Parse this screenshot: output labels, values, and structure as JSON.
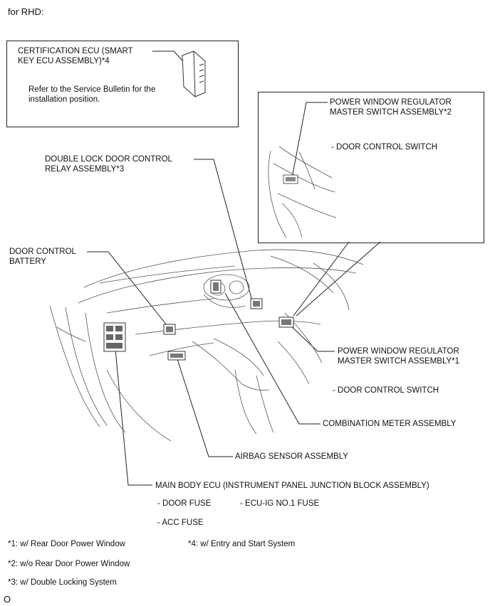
{
  "header": {
    "text": "for RHD:"
  },
  "cert_ecu": {
    "label_line1": "CERTIFICATION ECU (SMART",
    "label_line2": "KEY ECU ASSEMBLY)*4",
    "note_line1": "Refer to the Service Bulletin for the",
    "note_line2": "installation position."
  },
  "pw_master_2": {
    "line1": "POWER WINDOW REGULATOR",
    "line2": "MASTER SWITCH ASSEMBLY*2",
    "sub": "- DOOR CONTROL SWITCH"
  },
  "double_lock": {
    "line1": "DOUBLE LOCK DOOR CONTROL",
    "line2": "RELAY ASSEMBLY*3"
  },
  "door_battery": {
    "line1": "DOOR CONTROL",
    "line2": "BATTERY"
  },
  "pw_master_1": {
    "line1": "POWER WINDOW REGULATOR",
    "line2": "MASTER SWITCH ASSEMBLY*1",
    "sub": "- DOOR CONTROL SWITCH"
  },
  "combination_meter": {
    "label": "COMBINATION METER ASSEMBLY"
  },
  "airbag_sensor": {
    "label": "AIRBAG SENSOR ASSEMBLY"
  },
  "main_body_ecu": {
    "label": "MAIN BODY ECU (INSTRUMENT PANEL JUNCTION BLOCK ASSEMBLY)",
    "fuse1": "- DOOR FUSE",
    "fuse2": "- ECU-IG NO.1 FUSE",
    "fuse3": "- ACC FUSE"
  },
  "footnotes": {
    "n1": "*1: w/ Rear Door Power Window",
    "n2": "*2: w/o Rear Door Power Window",
    "n3": "*3: w/ Double Locking System",
    "n4": "*4: w/ Entry and Start System"
  },
  "figure_code": "O",
  "colors": {
    "line": "#222222",
    "sketch": "#555555",
    "background": "#ffffff"
  }
}
